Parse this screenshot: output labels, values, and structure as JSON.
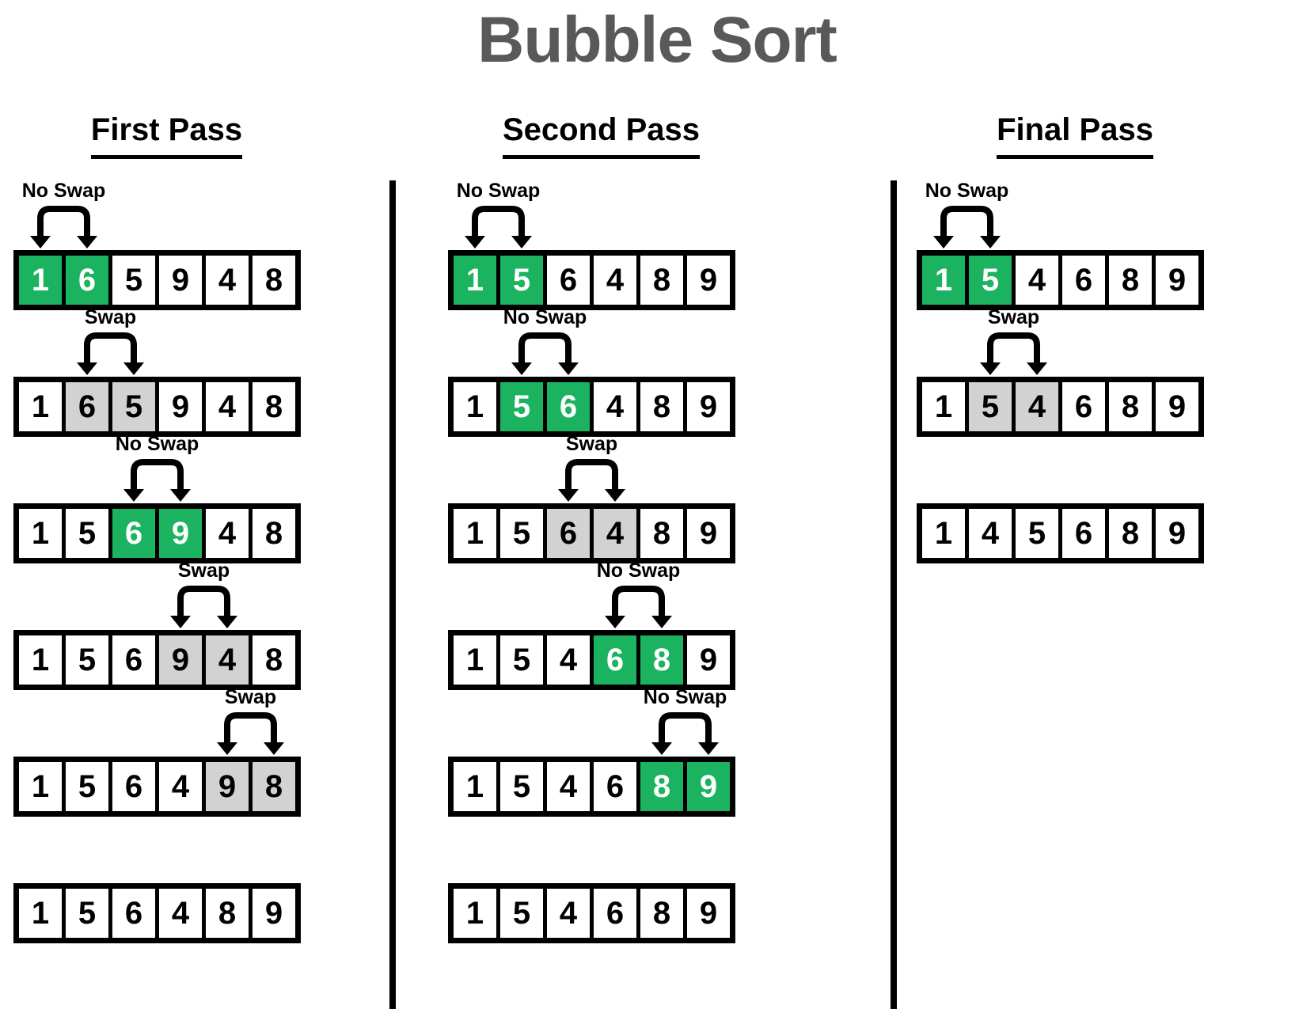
{
  "title": "Bubble Sort",
  "colors": {
    "title": "#595959",
    "highlight_green": "#1bb35f",
    "highlight_gray": "#d2d2d2",
    "border": "#000000",
    "background": "#ffffff"
  },
  "labels": {
    "swap": "Swap",
    "no_swap": "No Swap"
  },
  "columns": [
    {
      "heading": "First Pass",
      "rows": [
        {
          "values": [
            "1",
            "6",
            "5",
            "9",
            "4",
            "8"
          ],
          "states": [
            "green",
            "green",
            "plain",
            "plain",
            "plain",
            "plain"
          ],
          "connector": {
            "label": "No Swap",
            "from": 0,
            "to": 1
          }
        },
        {
          "values": [
            "1",
            "6",
            "5",
            "9",
            "4",
            "8"
          ],
          "states": [
            "plain",
            "gray",
            "gray",
            "plain",
            "plain",
            "plain"
          ],
          "connector": {
            "label": "Swap",
            "from": 1,
            "to": 2
          }
        },
        {
          "values": [
            "1",
            "5",
            "6",
            "9",
            "4",
            "8"
          ],
          "states": [
            "plain",
            "plain",
            "green",
            "green",
            "plain",
            "plain"
          ],
          "connector": {
            "label": "No Swap",
            "from": 2,
            "to": 3
          }
        },
        {
          "values": [
            "1",
            "5",
            "6",
            "9",
            "4",
            "8"
          ],
          "states": [
            "plain",
            "plain",
            "plain",
            "gray",
            "gray",
            "plain"
          ],
          "connector": {
            "label": "Swap",
            "from": 3,
            "to": 4
          }
        },
        {
          "values": [
            "1",
            "5",
            "6",
            "4",
            "9",
            "8"
          ],
          "states": [
            "plain",
            "plain",
            "plain",
            "plain",
            "gray",
            "gray"
          ],
          "connector": {
            "label": "Swap",
            "from": 4,
            "to": 5
          }
        },
        {
          "values": [
            "1",
            "5",
            "6",
            "4",
            "8",
            "9"
          ],
          "states": [
            "plain",
            "plain",
            "plain",
            "plain",
            "plain",
            "plain"
          ],
          "connector": null
        }
      ]
    },
    {
      "heading": "Second Pass",
      "rows": [
        {
          "values": [
            "1",
            "5",
            "6",
            "4",
            "8",
            "9"
          ],
          "states": [
            "green",
            "green",
            "plain",
            "plain",
            "plain",
            "plain"
          ],
          "connector": {
            "label": "No Swap",
            "from": 0,
            "to": 1
          }
        },
        {
          "values": [
            "1",
            "5",
            "6",
            "4",
            "8",
            "9"
          ],
          "states": [
            "plain",
            "green",
            "green",
            "plain",
            "plain",
            "plain"
          ],
          "connector": {
            "label": "No Swap",
            "from": 1,
            "to": 2
          }
        },
        {
          "values": [
            "1",
            "5",
            "6",
            "4",
            "8",
            "9"
          ],
          "states": [
            "plain",
            "plain",
            "gray",
            "gray",
            "plain",
            "plain"
          ],
          "connector": {
            "label": "Swap",
            "from": 2,
            "to": 3
          }
        },
        {
          "values": [
            "1",
            "5",
            "4",
            "6",
            "8",
            "9"
          ],
          "states": [
            "plain",
            "plain",
            "plain",
            "green",
            "green",
            "plain"
          ],
          "connector": {
            "label": "No Swap",
            "from": 3,
            "to": 4
          }
        },
        {
          "values": [
            "1",
            "5",
            "4",
            "6",
            "8",
            "9"
          ],
          "states": [
            "plain",
            "plain",
            "plain",
            "plain",
            "green",
            "green"
          ],
          "connector": {
            "label": "No Swap",
            "from": 4,
            "to": 5
          }
        },
        {
          "values": [
            "1",
            "5",
            "4",
            "6",
            "8",
            "9"
          ],
          "states": [
            "plain",
            "plain",
            "plain",
            "plain",
            "plain",
            "plain"
          ],
          "connector": null
        }
      ]
    },
    {
      "heading": "Final Pass",
      "rows": [
        {
          "values": [
            "1",
            "5",
            "4",
            "6",
            "8",
            "9"
          ],
          "states": [
            "green",
            "green",
            "plain",
            "plain",
            "plain",
            "plain"
          ],
          "connector": {
            "label": "No Swap",
            "from": 0,
            "to": 1
          }
        },
        {
          "values": [
            "1",
            "5",
            "4",
            "6",
            "8",
            "9"
          ],
          "states": [
            "plain",
            "gray",
            "gray",
            "plain",
            "plain",
            "plain"
          ],
          "connector": {
            "label": "Swap",
            "from": 1,
            "to": 2
          }
        },
        {
          "values": [
            "1",
            "4",
            "5",
            "6",
            "8",
            "9"
          ],
          "states": [
            "plain",
            "plain",
            "plain",
            "plain",
            "plain",
            "plain"
          ],
          "connector": null
        }
      ]
    }
  ]
}
